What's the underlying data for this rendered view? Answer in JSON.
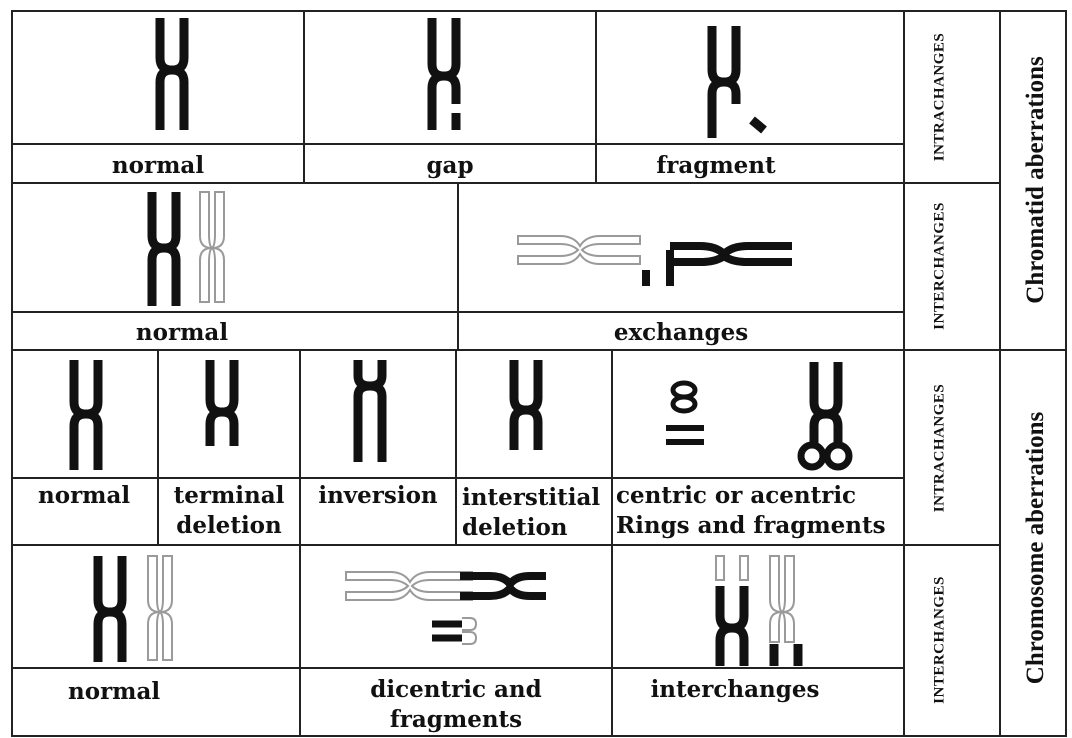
{
  "rows": {
    "chromatid_intra": {
      "labels": [
        "normal",
        "gap",
        "fragment"
      ]
    },
    "chromatid_inter": {
      "labels": [
        "normal",
        "exchanges"
      ]
    },
    "chromosome_intra": {
      "labels": [
        "normal",
        "terminal",
        "deletion",
        "inversion",
        "interstitial",
        "deletion",
        "centric or acentric",
        "Rings and fragments"
      ]
    },
    "chromosome_inter": {
      "labels": [
        "normal",
        "dicentric and",
        "fragments",
        "interchanges"
      ]
    }
  },
  "side_labels": [
    "INTRACHANGES",
    "INTERCHANGES",
    "INTRACHANGES",
    "INTERCHANGES"
  ],
  "group_labels": [
    "Chromatid aberrations",
    "Chromosome aberrations"
  ],
  "colors": {
    "ink": "#111111",
    "outline": "#9a9a9a",
    "background": "#ffffff"
  },
  "icons": [
    "chromosome-normal-icon",
    "chromatid-gap-icon",
    "chromatid-fragment-icon",
    "chromatid-exchange-icon",
    "ring-chromosome-icon",
    "dicentric-chromosome-icon",
    "reciprocal-translocation-icon"
  ]
}
